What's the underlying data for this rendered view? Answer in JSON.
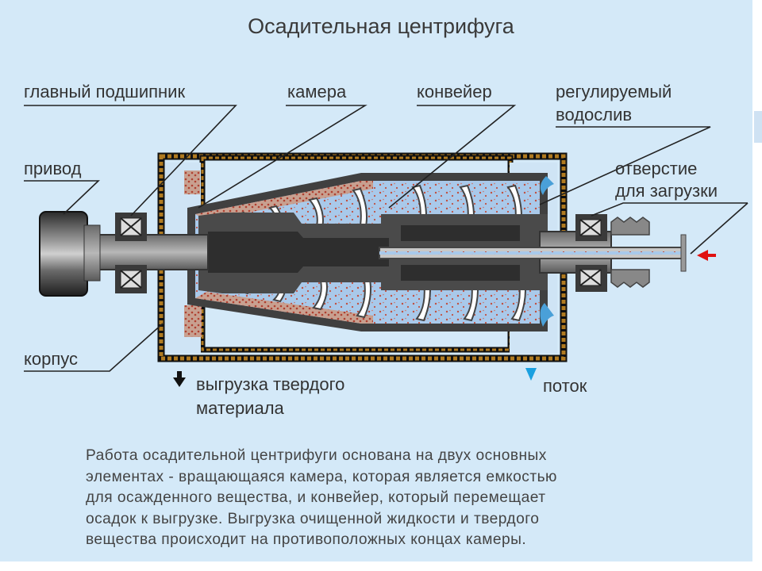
{
  "title": "Осадительная центрифуга",
  "labels": {
    "main_bearing": "главный подшипник",
    "chamber": "камера",
    "conveyor": "конвейер",
    "weir_line1": "регулируемый",
    "weir_line2": "водослив",
    "drive": "привод",
    "inlet_line1": "отверстие",
    "inlet_line2": "для загрузки",
    "housing": "корпус",
    "solids_line1": "выгрузка твердого",
    "solids_line2": "материала",
    "flow": "поток"
  },
  "description": {
    "line1": "Работа осадительной центрифуги основана на двух основных",
    "line2": "элементах - вращающаяся камера, которая является емкостью",
    "line3": "для осажденного вещества, и конвейер, который перемещает",
    "line4": "осадок к выгрузке. Выгрузка очищенной жидкости и твердого",
    "line5": "вещества происходит на противоположных концах камеры."
  },
  "colors": {
    "background": "#d4e9f8",
    "housing_frame": "#8a5a10",
    "metal_dark": "#404040",
    "metal_light": "#9a9a9a",
    "liquid": "#a9c9ea",
    "sediment": "#c05040",
    "inlet_arrow": "#e01010",
    "flow_arrow": "#1aa0e0",
    "solids_arrow": "#111111"
  }
}
